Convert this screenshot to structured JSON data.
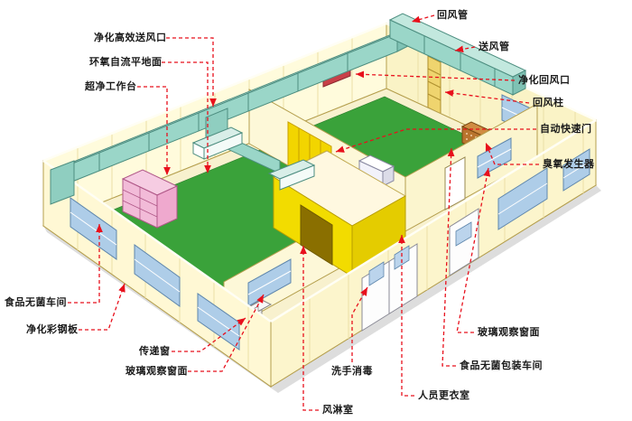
{
  "diagram": {
    "type": "isometric-cleanroom-cutaway",
    "background": "#FFFFFF",
    "colors": {
      "wall_cream": "#FFFBDC",
      "floor_base": "#F8F1CE",
      "floor_green": "#3AA23A",
      "duct_cyan": "#9AD6C8",
      "air_shower_yellow": "#F2DC00",
      "workbench_pink": "#F2BBD8",
      "window_blue": "#AECDE8",
      "leader_red": "#E8101C"
    },
    "labels": [
      {
        "id": "return-air-duct",
        "text": "回风管"
      },
      {
        "id": "supply-air-duct",
        "text": "送风管"
      },
      {
        "id": "hepa-supply-outlet",
        "text": "净化高效送风口"
      },
      {
        "id": "epoxy-floor",
        "text": "环氧自流平地面"
      },
      {
        "id": "clean-bench",
        "text": "超净工作台"
      },
      {
        "id": "return-air-inlet",
        "text": "净化回风口"
      },
      {
        "id": "return-air-column",
        "text": "回风柱"
      },
      {
        "id": "auto-quick-door",
        "text": "自动快速门"
      },
      {
        "id": "ozone-generator",
        "text": "臭氧发生器"
      },
      {
        "id": "food-sterile-workshop",
        "text": "食品无菌车间"
      },
      {
        "id": "clean-steel-panel",
        "text": "净化彩钢板"
      },
      {
        "id": "transfer-window",
        "text": "传递窗"
      },
      {
        "id": "glass-window-left",
        "text": "玻璃观察窗面"
      },
      {
        "id": "air-shower",
        "text": "风淋室"
      },
      {
        "id": "hand-wash",
        "text": "洗手消毒"
      },
      {
        "id": "changing-room",
        "text": "人员更衣室"
      },
      {
        "id": "glass-window-right",
        "text": "玻璃观察窗面"
      },
      {
        "id": "packaging-workshop",
        "text": "食品无菌包装车间"
      }
    ]
  }
}
